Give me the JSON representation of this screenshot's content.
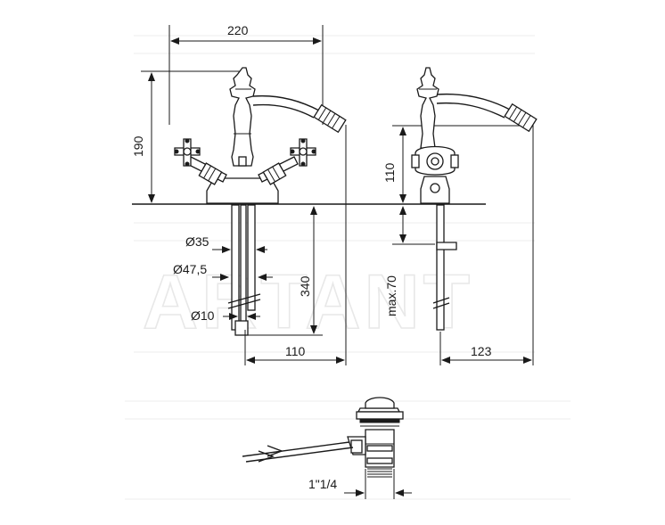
{
  "dimensions": {
    "width_total": "220",
    "height_total": "190",
    "height_side": "110",
    "dia_35": "Ø35",
    "dia_475": "Ø47,5",
    "dia_10": "Ø10",
    "depth_340": "340",
    "max_70": "max.70",
    "offset_110": "110",
    "offset_123": "123",
    "thread": "1\"1/4"
  },
  "watermark": "ARTANT"
}
